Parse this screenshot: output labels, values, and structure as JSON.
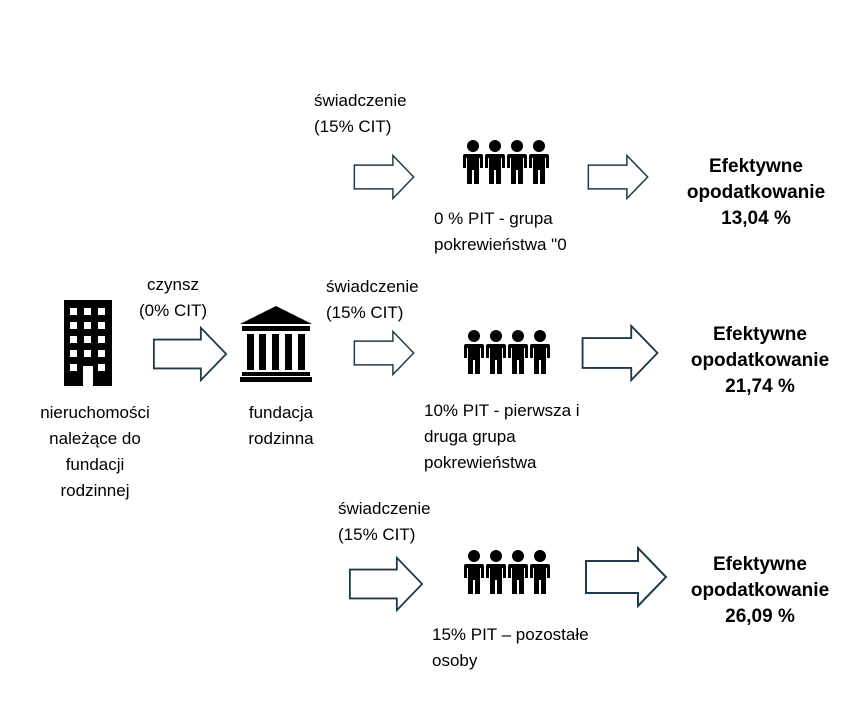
{
  "sources": {
    "property_label": "nieruchomości\nnależące  do\nfundacji\nrodzinnej",
    "rent_label": "czynsz\n(0% CIT)",
    "foundation_label": "fundacja\nrodzinna"
  },
  "branches": [
    {
      "benefit_label": "świadczenie\n(15% CIT)",
      "pit_label": "0 % PIT - grupa\npokrewieństwa \"0",
      "result": "Efektywne\nopodatkowanie\n13,04 %"
    },
    {
      "benefit_label": "świadczenie\n(15% CIT)",
      "pit_label": "10% PIT - pierwsza i\ndruga grupa\npokrewieństwa",
      "result": "Efektywne\nopodatkowanie\n21,74 %"
    },
    {
      "benefit_label": "świadczenie\n(15% CIT)",
      "pit_label": "15% PIT – pozostałe\nosoby",
      "result": "Efektywne\nopodatkowanie\n26,09 %"
    }
  ],
  "icons": [
    "building-icon",
    "foundation-icon",
    "family-icon",
    "arrow-right-icon"
  ],
  "colors": {
    "arrow_stroke": "#1f3a4a",
    "icon_fill": "#000000"
  }
}
